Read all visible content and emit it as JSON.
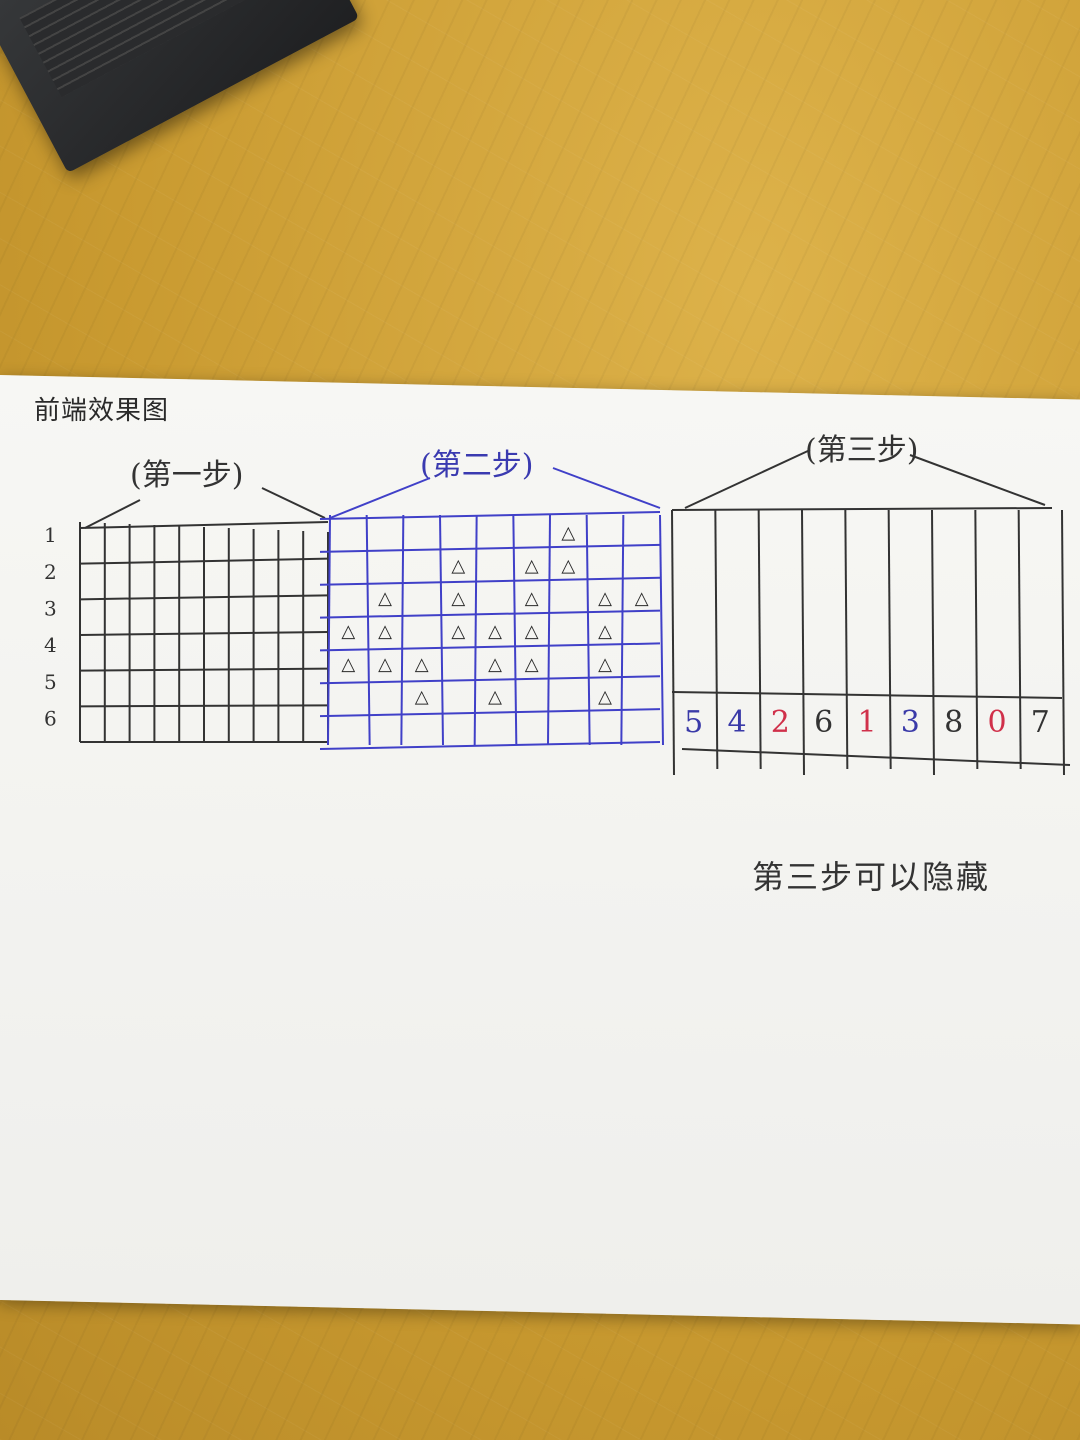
{
  "title": "前端效果图",
  "steps": [
    {
      "label": "(第一步)"
    },
    {
      "label": "(第二步)"
    },
    {
      "label": "(第三步)"
    }
  ],
  "row_numbers": [
    "1",
    "2",
    "3",
    "4",
    "5",
    "6"
  ],
  "step2_marks": [
    {
      "row": 1,
      "col": 7,
      "symbol": "△"
    },
    {
      "row": 2,
      "col": 4,
      "symbol": "△"
    },
    {
      "row": 2,
      "col": 6,
      "symbol": "△"
    },
    {
      "row": 2,
      "col": 7,
      "symbol": "△"
    },
    {
      "row": 3,
      "col": 2,
      "symbol": "△"
    },
    {
      "row": 3,
      "col": 4,
      "symbol": "△"
    },
    {
      "row": 3,
      "col": 6,
      "symbol": "△"
    },
    {
      "row": 3,
      "col": 8,
      "symbol": "△"
    },
    {
      "row": 3,
      "col": 9,
      "symbol": "△"
    },
    {
      "row": 4,
      "col": 1,
      "symbol": "△"
    },
    {
      "row": 4,
      "col": 2,
      "symbol": "△"
    },
    {
      "row": 4,
      "col": 4,
      "symbol": "△"
    },
    {
      "row": 4,
      "col": 5,
      "symbol": "△"
    },
    {
      "row": 4,
      "col": 6,
      "symbol": "△"
    },
    {
      "row": 4,
      "col": 8,
      "symbol": "△"
    },
    {
      "row": 5,
      "col": 1,
      "symbol": "△"
    },
    {
      "row": 5,
      "col": 2,
      "symbol": "△"
    },
    {
      "row": 5,
      "col": 3,
      "symbol": "△"
    },
    {
      "row": 5,
      "col": 5,
      "symbol": "△"
    },
    {
      "row": 5,
      "col": 6,
      "symbol": "△"
    },
    {
      "row": 5,
      "col": 8,
      "symbol": "△"
    },
    {
      "row": 6,
      "col": 3,
      "symbol": "△"
    },
    {
      "row": 6,
      "col": 5,
      "symbol": "△"
    },
    {
      "row": 6,
      "col": 8,
      "symbol": "△"
    }
  ],
  "step3_digits": [
    {
      "value": "5",
      "color": "#3a3aa8"
    },
    {
      "value": "4",
      "color": "#3a3aa8"
    },
    {
      "value": "2",
      "color": "#d0304a"
    },
    {
      "value": "6",
      "color": "#333333"
    },
    {
      "value": "1",
      "color": "#d0304a"
    },
    {
      "value": "3",
      "color": "#3a3aa8"
    },
    {
      "value": "8",
      "color": "#333333"
    },
    {
      "value": "0",
      "color": "#d0304a"
    },
    {
      "value": "7",
      "color": "#333333"
    }
  ],
  "note": "第三步可以隐藏",
  "colors": {
    "ink": "#333333",
    "blue_ink": "#4040c8",
    "red_ink": "#d0304a",
    "desk": "#d3a43a"
  }
}
